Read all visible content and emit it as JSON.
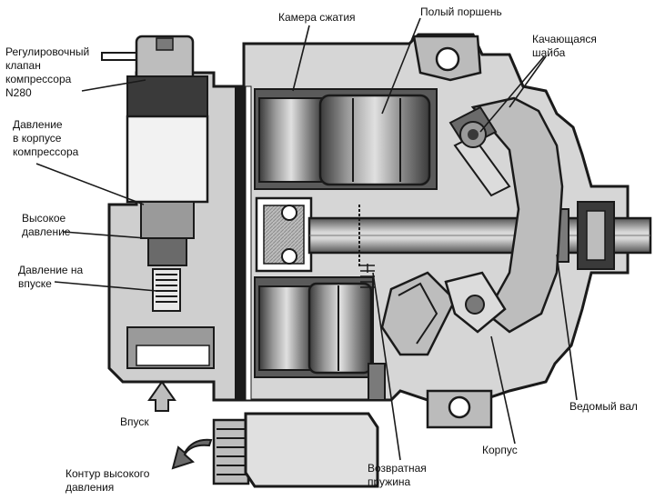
{
  "labels": {
    "compression_chamber": "Камера сжатия",
    "hollow_piston": "Полый поршень",
    "swash_plate": "Качающаяся\nшайба",
    "control_valve": "Регулировочный\nклапан\nкомпрессора\nN280",
    "case_pressure": "Давление\nв корпусе\nкомпрессора",
    "high_pressure": "Высокое\nдавление",
    "inlet_pressure": "Давление на\nвпуске",
    "inlet": "Впуск",
    "high_pressure_circuit": "Контур высокого\nдавления",
    "return_spring": "Возвратная\nпружина",
    "housing": "Корпус",
    "driven_shaft": "Ведомый вал"
  },
  "colors": {
    "ink": "#1a1a1a",
    "metal_dark": "#4a4a4a",
    "metal_mid": "#8a8a8a",
    "metal_light": "#c8c8c8",
    "paper": "#ffffff"
  }
}
